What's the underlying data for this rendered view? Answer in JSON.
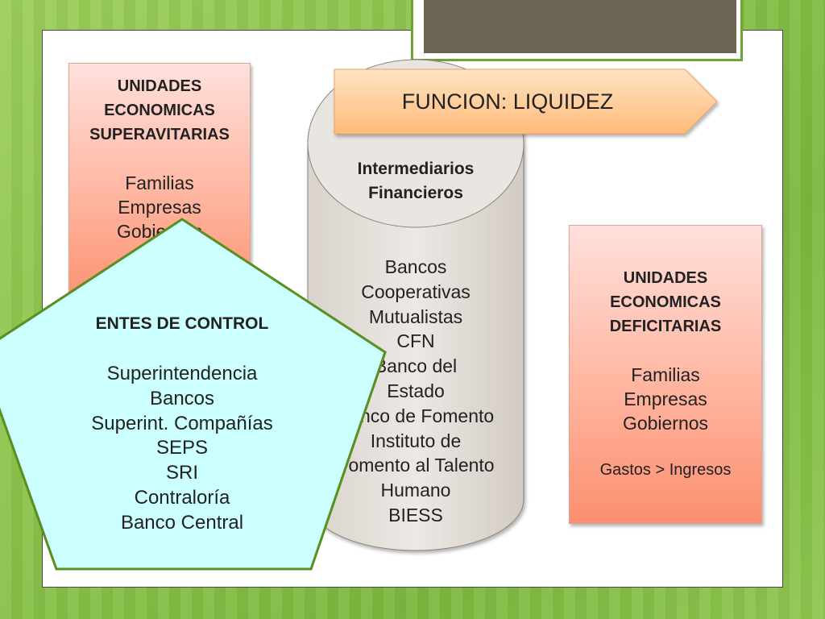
{
  "superavit": {
    "heading": [
      "UNIDADES",
      "ECONOMICAS",
      "SUPERAVITARIAS"
    ],
    "items": [
      "Familias",
      "Empresas",
      "Gobiernos"
    ]
  },
  "deficit": {
    "heading": [
      "UNIDADES",
      "ECONOMICAS",
      "DEFICITARIAS"
    ],
    "items": [
      "Familias",
      "Empresas",
      "Gobiernos"
    ],
    "note": "Gastos > Ingresos"
  },
  "funcion": {
    "label": "FUNCION: LIQUIDEZ"
  },
  "intermediarios": {
    "title": [
      "Intermediarios",
      "Financieros"
    ],
    "items": [
      "Bancos",
      "Cooperativas",
      "Mutualistas",
      "CFN",
      "Banco del",
      "Estado",
      "Banco de Fomento",
      "Instituto de",
      "Fomento al Talento",
      "Humano",
      "BIESS"
    ]
  },
  "entes": {
    "title": "ENTES DE CONTROL",
    "items": [
      "Superintendencia",
      "Bancos",
      "Superint. Compañías",
      "SEPS",
      "SRI",
      "Contraloría",
      "Banco Central"
    ]
  },
  "colors": {
    "panel_green": "#8bc34a",
    "title_fill": "#6b6354",
    "box_gradient_top": "#ffe0dc",
    "box_gradient_bottom": "#fb8f6f",
    "arrow_fill": "#ffc98f",
    "pentagon_fill": "#ccffff",
    "pentagon_stroke": "#5b8f22",
    "cylinder_fill": "#e6e1dc"
  }
}
